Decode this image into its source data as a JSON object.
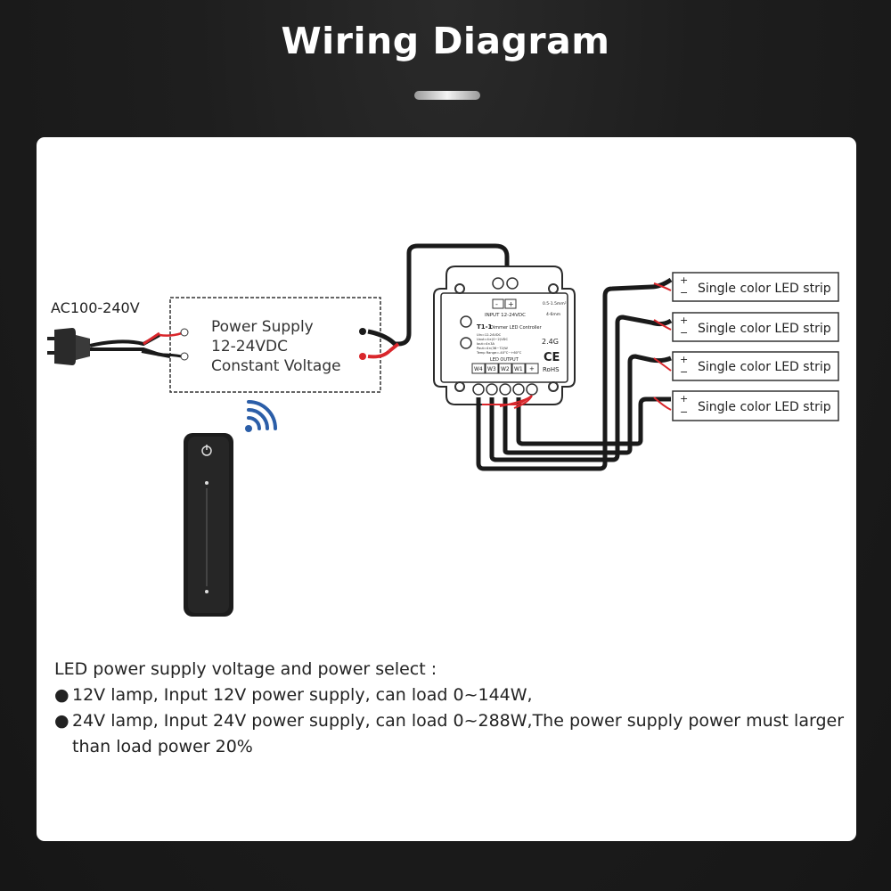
{
  "title": "Wiring Diagram",
  "ac_label": "AC100-240V",
  "power_supply": {
    "line1": "Power Supply",
    "line2": "12-24VDC",
    "line3": "Constant Voltage"
  },
  "controller": {
    "input_label": "INPUT 12-24VDC",
    "wire_spec": "0.5-1.5mm²",
    "strip_len": "4-6mm",
    "name": "T1-1",
    "subtitle": "Dimmer LED Controller",
    "specs": [
      "Uin=12-24VDC",
      "Uout=4×(0~2)VDC",
      "Iout=4×3A",
      "Pout=4×(36~72)W",
      "Temp Range=-40°C~+60°C"
    ],
    "freq": "2.4G",
    "ce": "CE",
    "rohs": "RoHS",
    "output_label": "LED OUTPUT",
    "terminals": [
      "W4",
      "W3",
      "W2",
      "W1",
      "+"
    ],
    "input_terminals": [
      "-",
      "+"
    ]
  },
  "strips": [
    {
      "label": "Single color LED strip"
    },
    {
      "label": "Single color LED strip"
    },
    {
      "label": "Single color LED strip"
    },
    {
      "label": "Single color LED strip"
    }
  ],
  "notes": {
    "heading": "LED power supply voltage and power select :",
    "bullets": [
      "12V lamp, Input 12V power supply, can load 0~144W,",
      "24V lamp, Input 24V power supply, can load 0~288W,The power supply power must larger than load power 20%"
    ],
    "bullet_symbol": "●"
  },
  "colors": {
    "wire_black": "#1a1a1a",
    "wire_red": "#d9262b",
    "remote": "#1c1c1c",
    "wifi": "#2b5ea8"
  },
  "icons": [
    "plug-icon",
    "wifi-signal-icon",
    "remote-power-icon"
  ]
}
